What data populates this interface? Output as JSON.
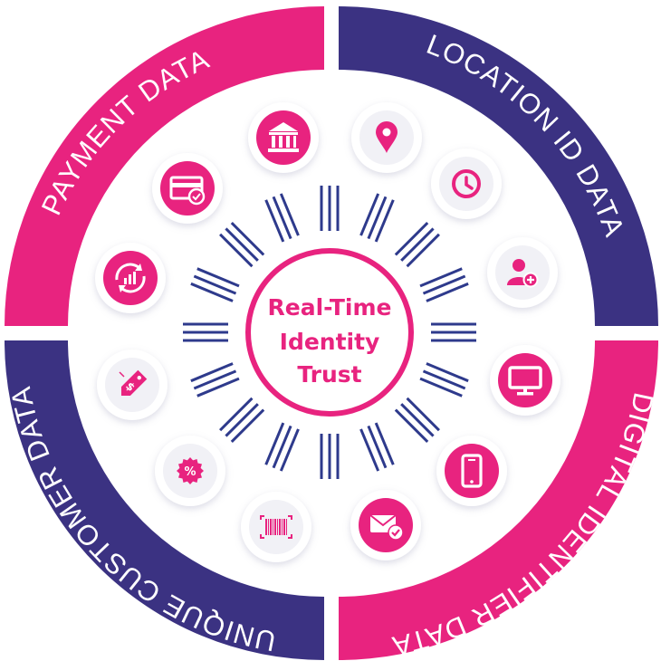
{
  "colors": {
    "magenta": "#E8237F",
    "navy": "#3B3282",
    "lines": "#2E3A8C",
    "icon_bg_outer": "#F1F1F6"
  },
  "center": {
    "line1": "Real-Time",
    "line2": "Identity",
    "line3": "Trust"
  },
  "quadrants": [
    {
      "name": "payment",
      "label": "PAYMENT DATA",
      "color": "#E8237F"
    },
    {
      "name": "location",
      "label": "LOCATION ID DATA",
      "color": "#3B3282"
    },
    {
      "name": "digital",
      "label": "DIGITAL IDENTIFIER DATA",
      "color": "#E8237F"
    },
    {
      "name": "customer",
      "label": "UNIQUE CUSTOMER DATA",
      "color": "#3B3282"
    }
  ],
  "icons": [
    {
      "name": "bank-icon",
      "style": "filled"
    },
    {
      "name": "location-pin-icon",
      "style": "outline"
    },
    {
      "name": "clock-icon",
      "style": "outline"
    },
    {
      "name": "add-user-icon",
      "style": "outline"
    },
    {
      "name": "monitor-icon",
      "style": "filled"
    },
    {
      "name": "smartphone-icon",
      "style": "filled"
    },
    {
      "name": "email-verified-icon",
      "style": "filled"
    },
    {
      "name": "barcode-icon",
      "style": "outline"
    },
    {
      "name": "discount-badge-icon",
      "style": "outline"
    },
    {
      "name": "price-tag-icon",
      "style": "outline"
    },
    {
      "name": "analytics-refresh-icon",
      "style": "filled"
    },
    {
      "name": "credit-card-icon",
      "style": "filled"
    }
  ]
}
